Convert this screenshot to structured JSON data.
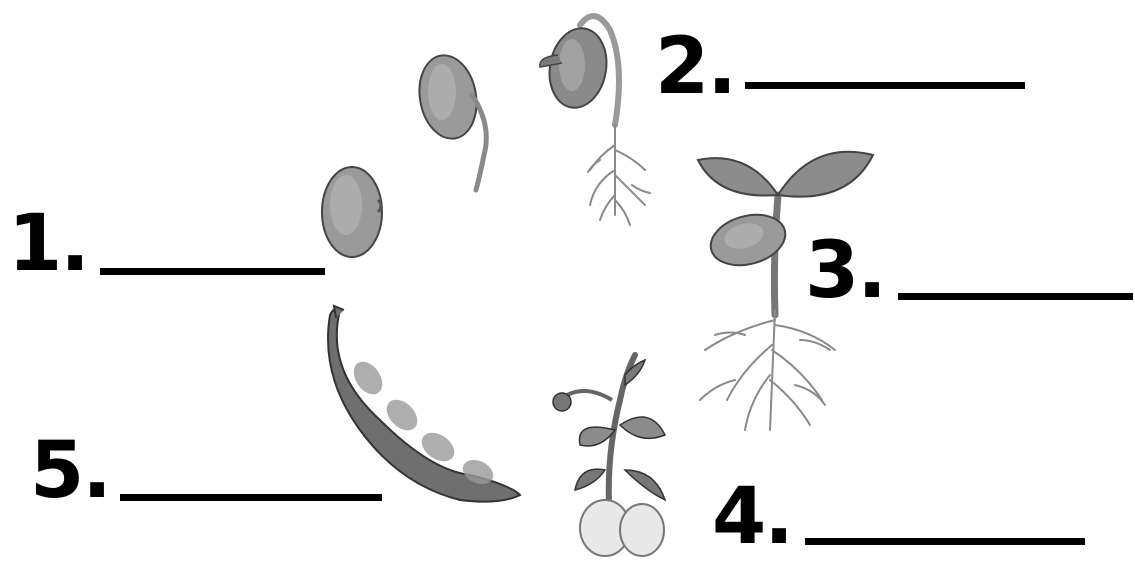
{
  "labels": {
    "one": "1.",
    "two": "2.",
    "three": "3.",
    "four": "4.",
    "five": "5."
  },
  "colors": {
    "ink": "#000000",
    "seed_fill": "#9a9a9a",
    "seed_shade": "#6e6e6e",
    "leaf_fill": "#8c8c8c",
    "pod_fill": "#6f6f6f",
    "flower_fill": "#e8e8e8",
    "root_stroke": "#8a8a8a"
  }
}
